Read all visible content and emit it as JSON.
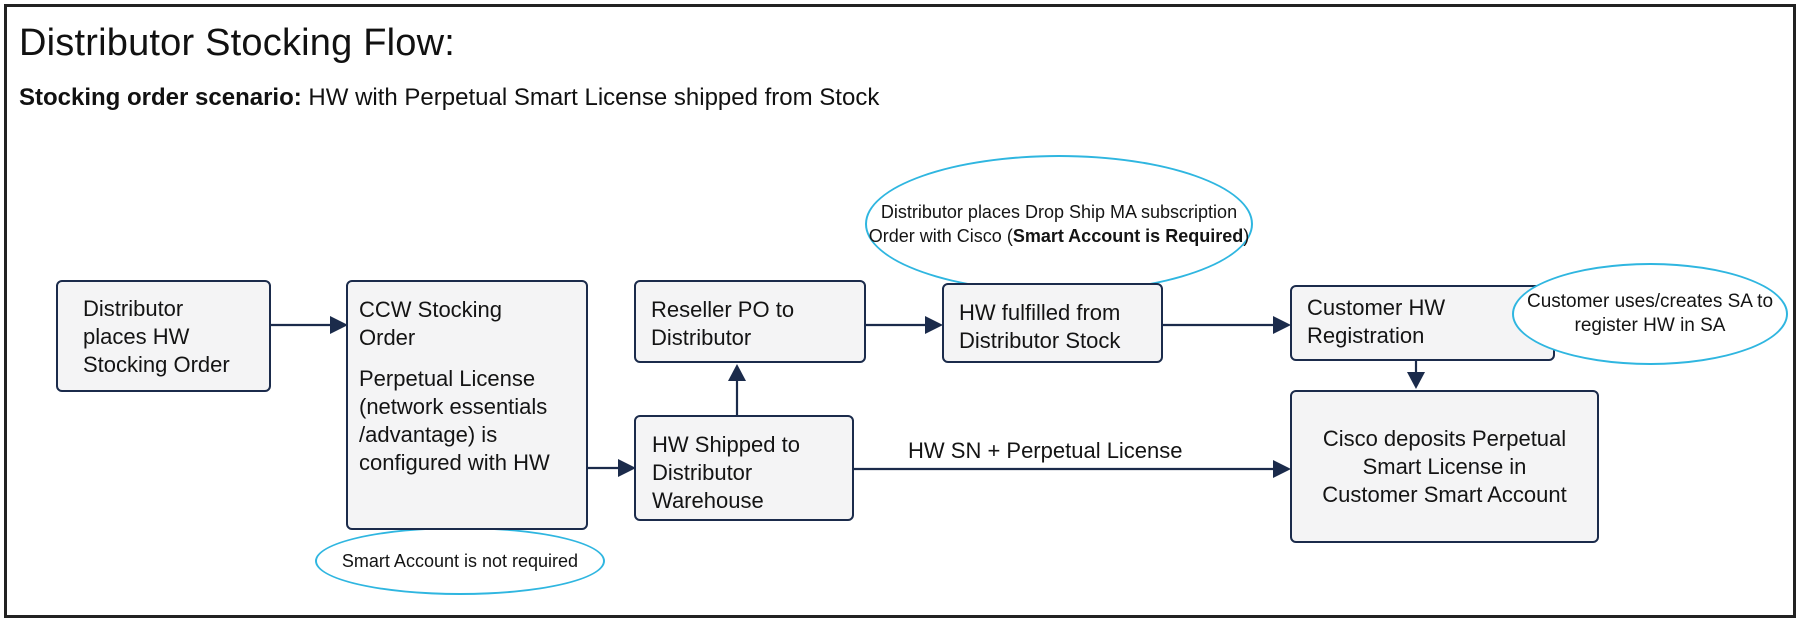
{
  "title": "Distributor Stocking Flow:",
  "subtitle": {
    "bold": "Stocking order scenario:",
    "rest": " HW with Perpetual Smart License shipped from Stock"
  },
  "colors": {
    "box_fill": "#f4f4f5",
    "box_border": "#1b2b4b",
    "arrow": "#1b2b4b",
    "callout_border": "#2fb6e0",
    "frame": "#222222"
  },
  "nodes": {
    "distributor_order": {
      "lines": [
        "Distributor",
        "places HW",
        "Stocking Order"
      ]
    },
    "ccw_order": {
      "heading": [
        "CCW Stocking",
        "Order"
      ],
      "body": [
        "Perpetual License",
        "(network essentials",
        "/advantage) is",
        "configured with HW"
      ]
    },
    "reseller_po": {
      "lines": [
        "Reseller PO to",
        "Distributor"
      ]
    },
    "hw_shipped": {
      "lines": [
        "HW Shipped to",
        "Distributor",
        "Warehouse"
      ]
    },
    "hw_fulfilled": {
      "lines": [
        "HW fulfilled from",
        "Distributor Stock"
      ]
    },
    "customer_reg": {
      "lines": [
        "Customer HW",
        "Registration"
      ]
    },
    "cisco_deposits": {
      "lines": [
        "Cisco deposits Perpetual",
        "Smart License in",
        "Customer Smart Account"
      ]
    }
  },
  "callouts": {
    "sa_not_required": {
      "lines": [
        "Smart Account is",
        "not required"
      ]
    },
    "drop_ship": {
      "lines": [
        "Distributor places Drop",
        "Ship MA subscription",
        "Order with Cisco"
      ],
      "last_open": "(",
      "last_bold": "Smart Account is Required",
      "last_close": ")"
    },
    "customer_sa": {
      "lines": [
        "Customer uses/creates",
        "SA to register HW in SA"
      ]
    }
  },
  "edges": {
    "hw_to_cisco_label": "HW SN + Perpetual License"
  }
}
